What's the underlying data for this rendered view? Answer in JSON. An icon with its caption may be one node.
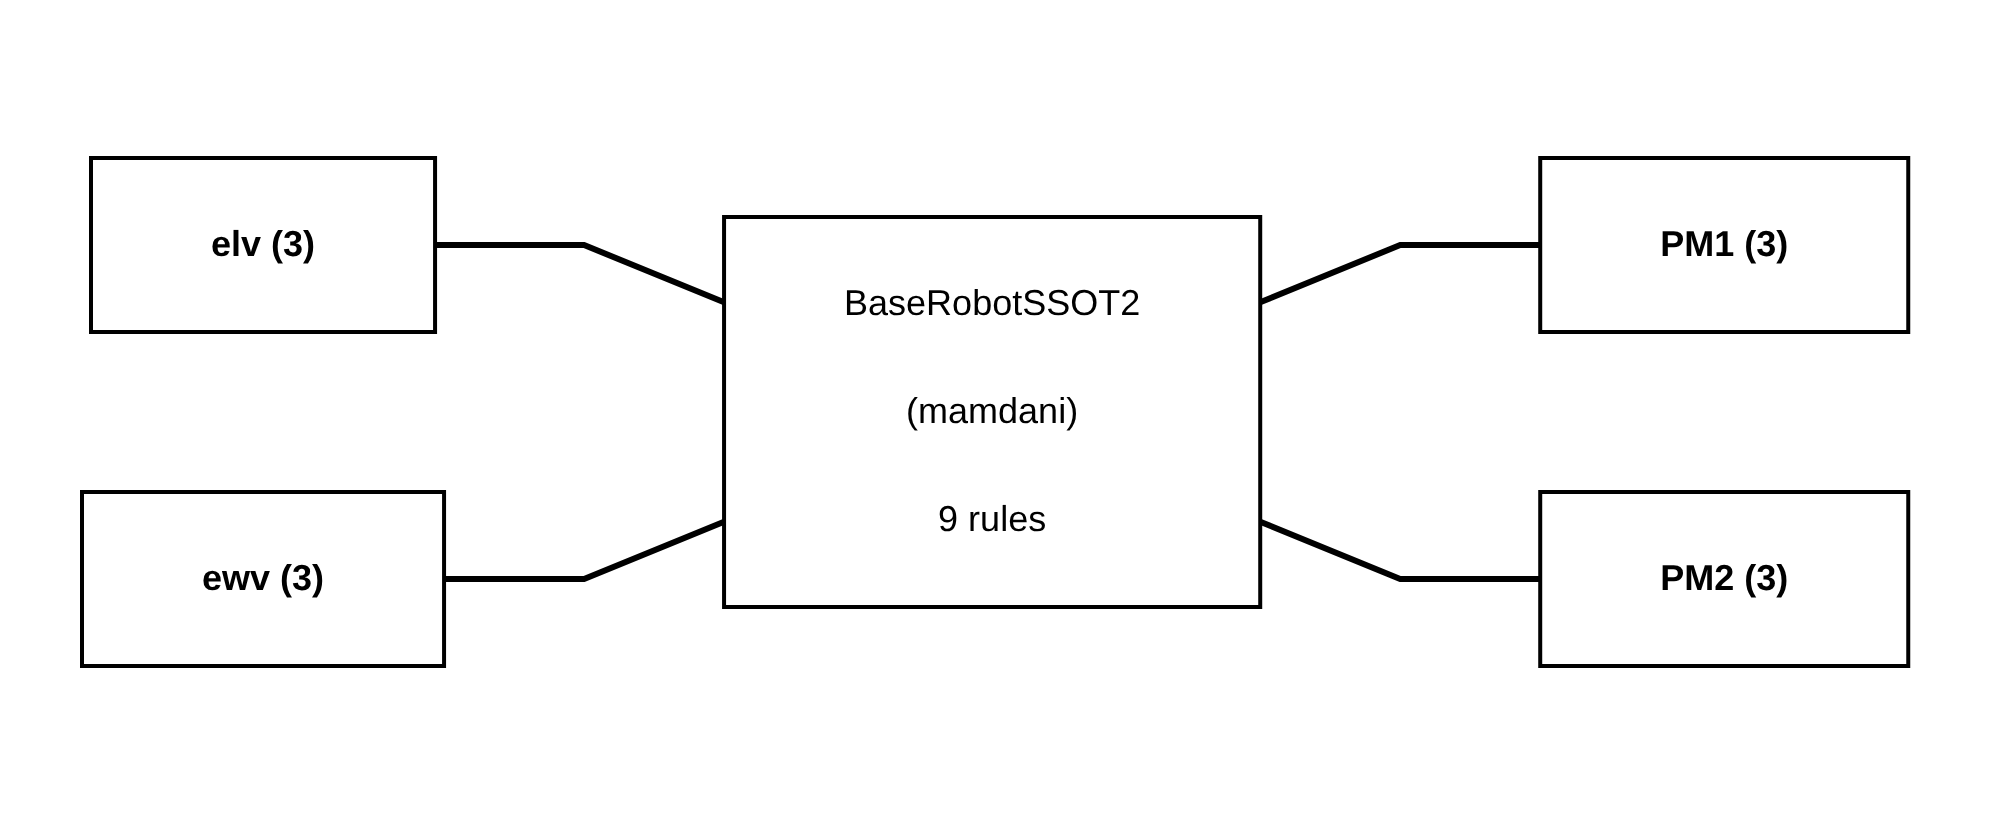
{
  "diagram": {
    "nodes": [
      {
        "text": [
          "elv (3)"
        ]
      },
      {
        "text": [
          "ewv (3)"
        ]
      },
      {
        "text": [
          "BaseRobotSSOT2",
          "(mamdani)",
          "9 rules"
        ]
      },
      {
        "text": [
          "PM1 (3)"
        ]
      },
      {
        "text": [
          "PM2 (3)"
        ]
      }
    ],
    "edges": [
      {
        "from": 0,
        "to": 2,
        "arrow": "none"
      },
      {
        "from": 1,
        "to": 2,
        "arrow": "none"
      },
      {
        "from": 2,
        "to": 3,
        "arrow": "none"
      },
      {
        "from": 2,
        "to": 4,
        "arrow": "none"
      }
    ]
  }
}
